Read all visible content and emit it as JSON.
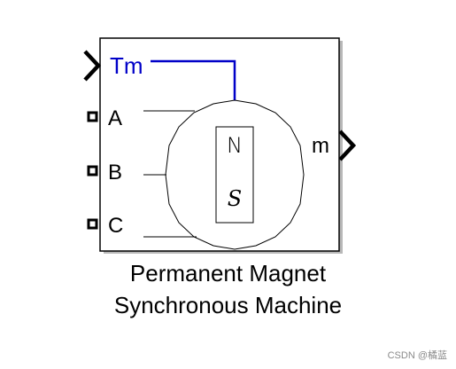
{
  "block": {
    "inputs": [
      {
        "label": "Tm",
        "kind": "simulink-input"
      },
      {
        "label": "A",
        "kind": "physical-port"
      },
      {
        "label": "B",
        "kind": "physical-port"
      },
      {
        "label": "C",
        "kind": "physical-port"
      }
    ],
    "outputs": [
      {
        "label": "m",
        "kind": "simulink-output"
      }
    ],
    "rotor_poles": {
      "north": "N",
      "south": "S"
    },
    "caption_line1": "Permanent Magnet",
    "caption_line2": "Synchronous Machine"
  },
  "colors": {
    "border": "#000000",
    "tm_signal": "#0000c8",
    "shadow": "#b8b8b8"
  },
  "watermark": "CSDN @橘蓝"
}
